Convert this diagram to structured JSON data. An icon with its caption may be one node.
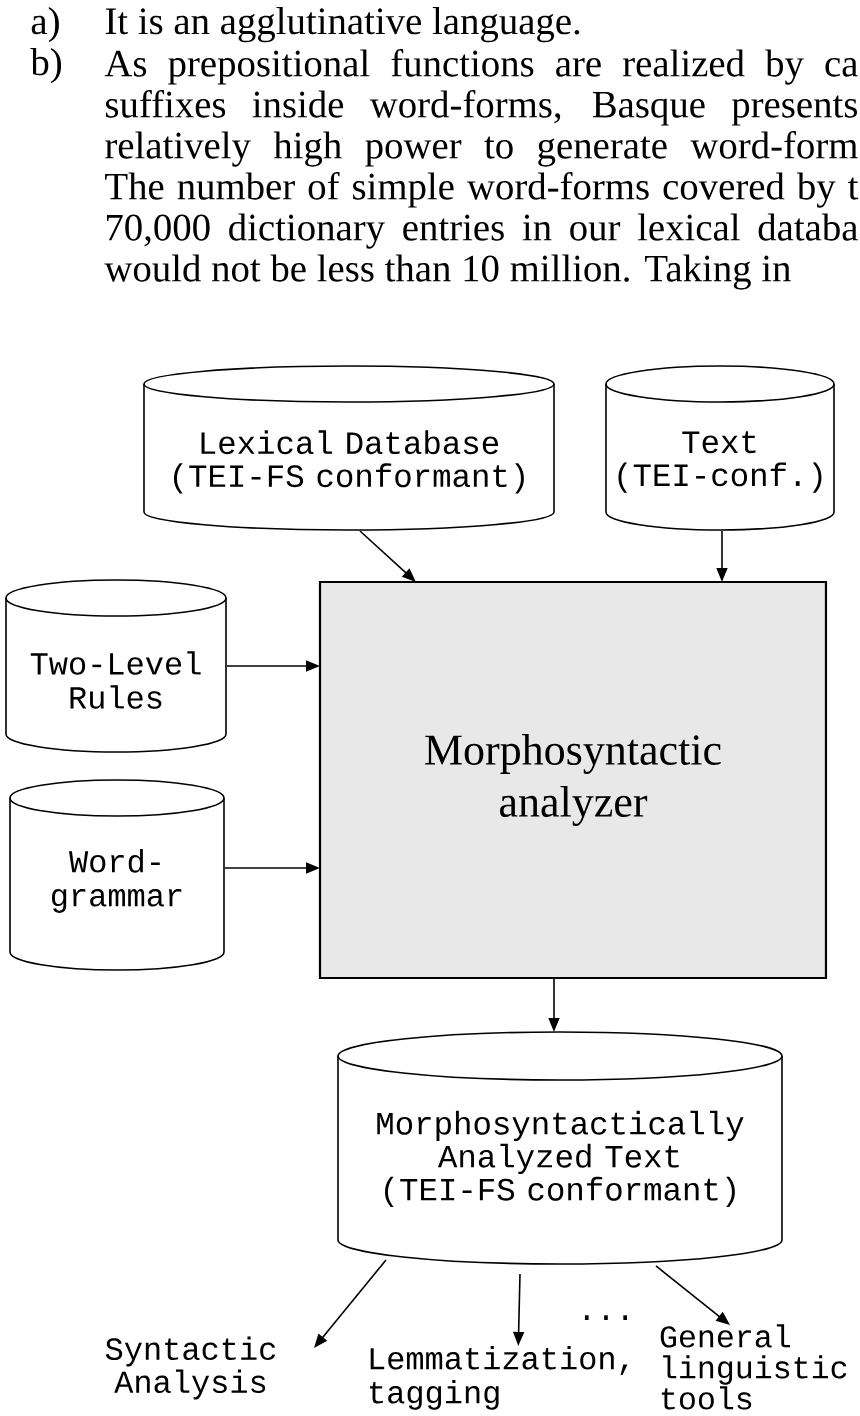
{
  "diagram": {
    "nodes": [
      {
        "text": [
          "Lexical Database (TEI-FS conformant)"
        ]
      },
      {
        "text": [
          "Text (TEI-conf.)"
        ]
      },
      {
        "text": [
          "Two-Level Rules"
        ]
      },
      {
        "text": [
          "Word- grammar"
        ]
      },
      {
        "text": [
          "Morphosyntactic analyzer"
        ]
      },
      {
        "text": [
          "Morphosyntactically Analyzed Text (TEI-FS conformant)"
        ]
      },
      {
        "text": [
          "Syntactic Analysis"
        ]
      },
      {
        "text": [
          "Lemmatization, tagging"
        ]
      },
      {
        "text": [
          "General linguistic tools"
        ]
      }
    ],
    "edges": [
      {
        "from": 0,
        "to": 4,
        "arrow": "to"
      },
      {
        "from": 1,
        "to": 4,
        "arrow": "to"
      },
      {
        "from": 2,
        "to": 4,
        "arrow": "to"
      },
      {
        "from": 3,
        "to": 4,
        "arrow": "to"
      },
      {
        "from": 4,
        "to": 5,
        "arrow": "to"
      },
      {
        "from": 5,
        "to": 6,
        "arrow": "to"
      },
      {
        "from": 5,
        "to": 7,
        "arrow": "to"
      },
      {
        "from": 5,
        "to": 8,
        "arrow": "to"
      }
    ],
    "labels": [
      "a)",
      "It is an agglutinative language.",
      "b)",
      "As prepositional functions are realized by ca suffixes inside word-forms, Basque presents relatively high power to generate word-form The number of simple word-forms covered by t 70,000 dictionary entries in our lexical databa would not be less than 10 million. Taking in",
      "..."
    ]
  }
}
